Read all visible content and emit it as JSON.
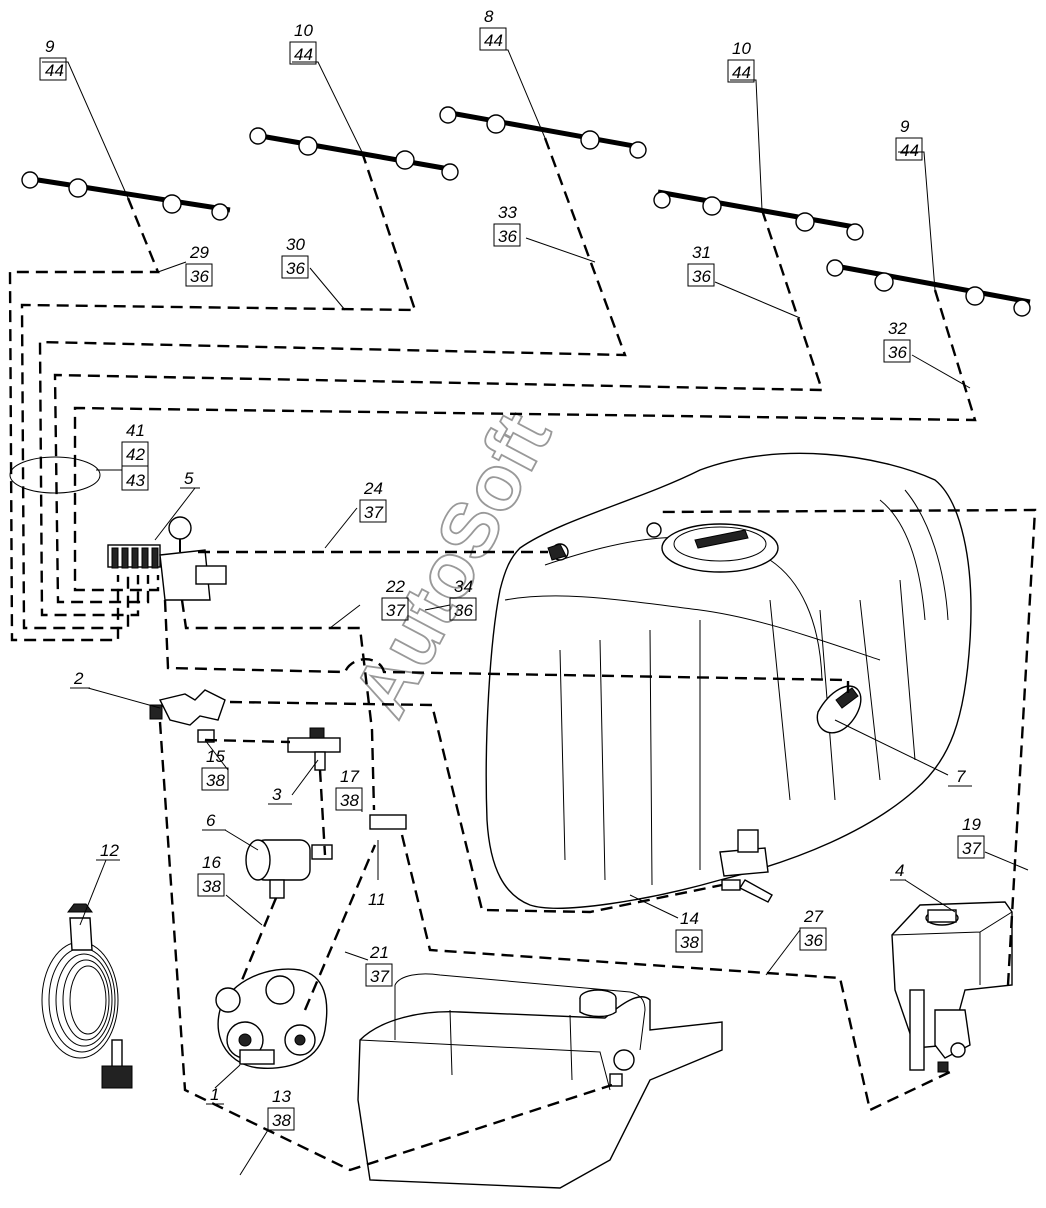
{
  "watermark": "AutoSoft",
  "callouts": [
    {
      "id": "c-9a",
      "top": "9",
      "bottom": "44"
    },
    {
      "id": "c-10a",
      "top": "10",
      "bottom": "44"
    },
    {
      "id": "c-8",
      "top": "8",
      "bottom": "44"
    },
    {
      "id": "c-10b",
      "top": "10",
      "bottom": "44"
    },
    {
      "id": "c-9b",
      "top": "9",
      "bottom": "44"
    },
    {
      "id": "c-29",
      "top": "29",
      "bottom": "36"
    },
    {
      "id": "c-30",
      "top": "30",
      "bottom": "36"
    },
    {
      "id": "c-33",
      "top": "33",
      "bottom": "36"
    },
    {
      "id": "c-31",
      "top": "31",
      "bottom": "36"
    },
    {
      "id": "c-32",
      "top": "32",
      "bottom": "36"
    },
    {
      "id": "c-24",
      "top": "24",
      "bottom": "37"
    },
    {
      "id": "c-22",
      "top": "22",
      "bottom": "37"
    },
    {
      "id": "c-34",
      "top": "34",
      "bottom": "36"
    },
    {
      "id": "c-15",
      "top": "15",
      "bottom": "38"
    },
    {
      "id": "c-17",
      "top": "17",
      "bottom": "38"
    },
    {
      "id": "c-16",
      "top": "16",
      "bottom": "38"
    },
    {
      "id": "c-21",
      "top": "21",
      "bottom": "37"
    },
    {
      "id": "c-13",
      "top": "13",
      "bottom": "38"
    },
    {
      "id": "c-14",
      "top": "14",
      "bottom": "38"
    },
    {
      "id": "c-27",
      "top": "27",
      "bottom": "36"
    },
    {
      "id": "c-19",
      "top": "19",
      "bottom": "37"
    }
  ],
  "triple_callout": {
    "a": "41",
    "b": "42",
    "c": "43"
  },
  "single_labels": {
    "p5": "5",
    "p2": "2",
    "p3": "3",
    "p6": "6",
    "p1": "1",
    "p11": "11",
    "p12": "12",
    "p4": "4",
    "p7": "7"
  }
}
